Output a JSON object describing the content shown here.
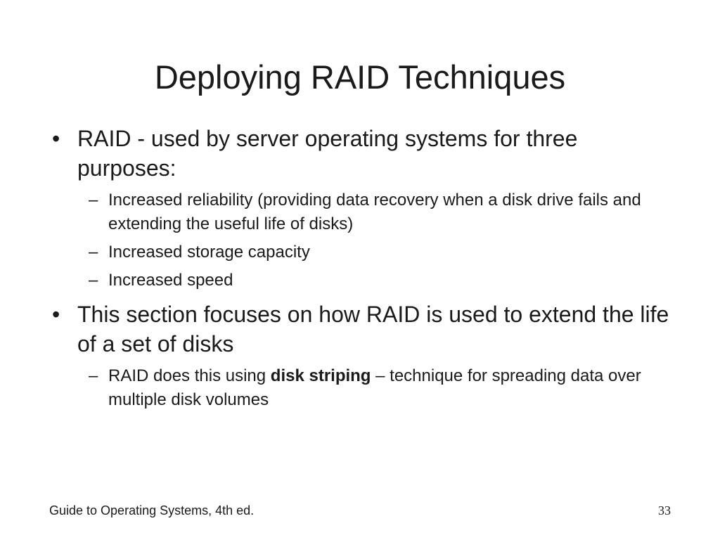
{
  "slide": {
    "title": "Deploying RAID Techniques",
    "bullets": [
      {
        "marker": "•",
        "text": "RAID - used by server operating systems for three purposes:",
        "subitems": [
          {
            "marker": "–",
            "text": "Increased reliability (providing data recovery when a disk drive fails and extending the useful life of disks)"
          },
          {
            "marker": "–",
            "text": "Increased storage capacity"
          },
          {
            "marker": "–",
            "text": "Increased speed"
          }
        ]
      },
      {
        "marker": "•",
        "text": "This section focuses on how RAID is used to extend the life of a set of disks",
        "subitems": [
          {
            "marker": "–",
            "text_prefix": "RAID does this using ",
            "text_bold": "disk striping",
            "text_suffix": " – technique for spreading data over multiple disk volumes"
          }
        ]
      }
    ],
    "footer_left": "Guide to Operating Systems, 4th ed.",
    "page_number": "33"
  }
}
